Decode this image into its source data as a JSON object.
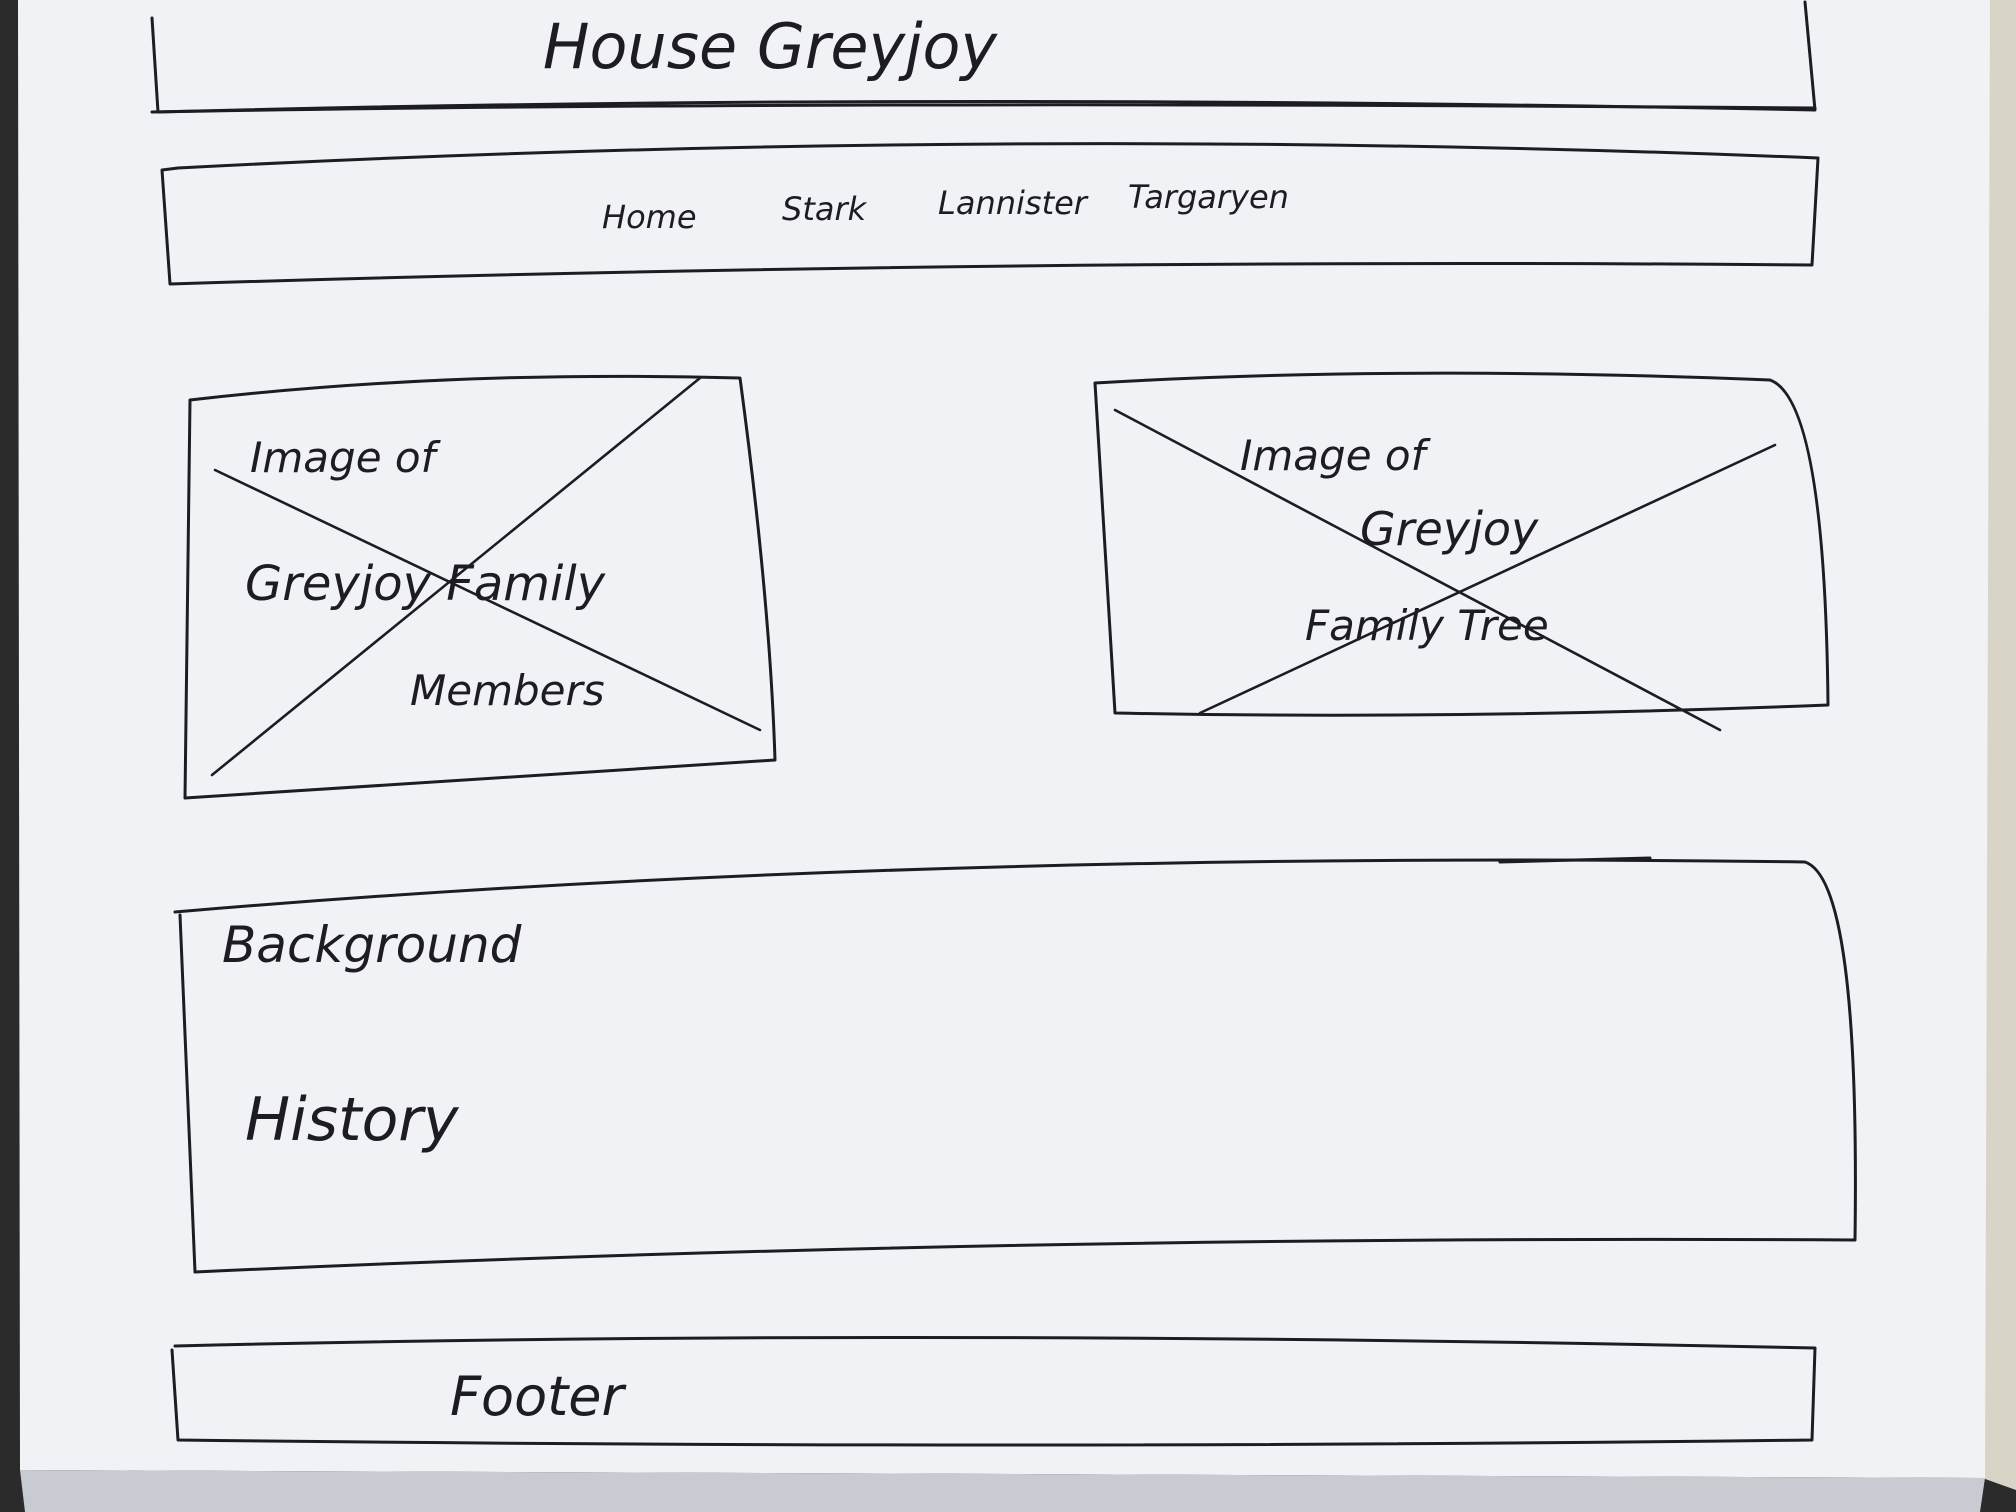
{
  "header": {
    "title": "House Greyjoy"
  },
  "nav": {
    "items": [
      "Home",
      "Stark",
      "Lannister",
      "Targaryen"
    ]
  },
  "images": {
    "left": {
      "line1": "Image of",
      "line2": "Greyjoy Family",
      "line3": "Members"
    },
    "right": {
      "line1": "Image of",
      "line2": "Greyjoy",
      "line3": "Family Tree"
    }
  },
  "background_section": {
    "label": "Background",
    "sublabel": "History"
  },
  "footer": {
    "label": "Footer"
  },
  "colors": {
    "paper": "#f1f2f6",
    "ink": "#1c1c22",
    "backdrop": "#2b2b2c"
  }
}
